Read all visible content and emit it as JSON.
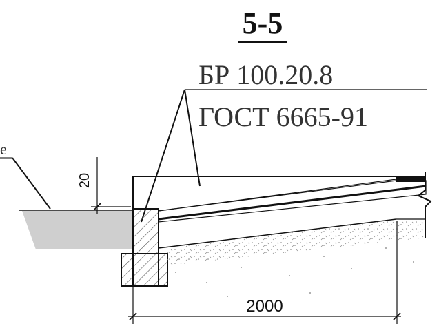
{
  "section": {
    "title": "5-5"
  },
  "callout": {
    "line1": "БР 100.20.8",
    "line2": "ГОСТ 6665-91"
  },
  "left_label": {
    "text": "е"
  },
  "dimensions": {
    "vertical_20": "20",
    "horizontal_2000": "2000"
  }
}
